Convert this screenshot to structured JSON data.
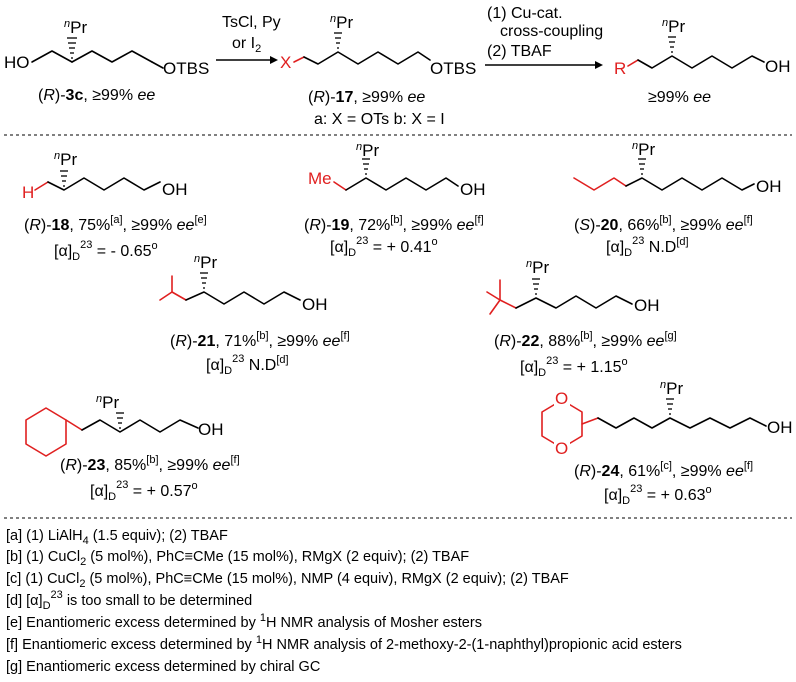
{
  "top": {
    "start": {
      "label_pre": "(",
      "label_R": "R",
      "label_mid": ")-",
      "label_num": "3c",
      "label_post": ", ≥99% ",
      "label_ee": "ee",
      "atom_HO": "HO",
      "atom_OTBS": "OTBS",
      "atom_Pr": "Pr",
      "pr_sup": "n"
    },
    "arrow1": {
      "line1": "TsCl, Py",
      "line2": "or I",
      "line2_sub": "2"
    },
    "mid": {
      "label_pre": "(",
      "label_R": "R",
      "label_mid": ")-",
      "label_num": "17",
      "label_post": ", ≥99% ",
      "label_ee": "ee",
      "atom_X": "X",
      "atom_OTBS": "OTBS",
      "atom_Pr": "Pr",
      "pr_sup": "n",
      "legend": "a: X = OTs  b: X = I"
    },
    "arrow2": {
      "line1": "(1) Cu-cat.",
      "line2": "cross-coupling",
      "line3": "(2) TBAF"
    },
    "product": {
      "atom_R": "R",
      "atom_OH": "OH",
      "atom_Pr": "Pr",
      "pr_sup": "n",
      "label_post": "≥99% ",
      "label_ee": "ee"
    }
  },
  "compounds": [
    {
      "id": "18",
      "config": "R",
      "yield": "75%",
      "yield_note": "[a]",
      "ee": "≥99%",
      "ee_note": "[e]",
      "rotation": "= - 0.65",
      "deg": "o",
      "head": "H"
    },
    {
      "id": "19",
      "config": "R",
      "yield": "72%",
      "yield_note": "[b]",
      "ee": "≥99%",
      "ee_note": "[f]",
      "rotation": "= + 0.41",
      "deg": "o",
      "head": "Me"
    },
    {
      "id": "20",
      "config": "S",
      "yield": "66%",
      "yield_note": "[b]",
      "ee": "≥99%",
      "ee_note": "[f]",
      "rotation": "N.D",
      "rot_note": "[d]"
    },
    {
      "id": "21",
      "config": "R",
      "yield": "71%",
      "yield_note": "[b]",
      "ee": "≥99%",
      "ee_note": "[f]",
      "rotation": "N.D",
      "rot_note": "[d]"
    },
    {
      "id": "22",
      "config": "R",
      "yield": "88%",
      "yield_note": "[b]",
      "ee": "≥99%",
      "ee_note": "[g]",
      "rotation": "= + 1.15",
      "deg": "o"
    },
    {
      "id": "23",
      "config": "R",
      "yield": "85%",
      "yield_note": "[b]",
      "ee": "≥99%",
      "ee_note": "[f]",
      "rotation": "= + 0.57",
      "deg": "o"
    },
    {
      "id": "24",
      "config": "R",
      "yield": "61%",
      "yield_note": "[c]",
      "ee": "≥99%",
      "ee_note": "[f]",
      "rotation": "= + 0.63",
      "deg": "o"
    }
  ],
  "common": {
    "alpha": "[α]",
    "alpha_sub": "D",
    "alpha_sup": "23",
    "ee_word": "ee",
    "oh": "OH",
    "pr": "Pr",
    "pr_sup": "n"
  },
  "footnotes": [
    {
      "text": "[a] (1) LiAlH",
      "sub": "4",
      "rest": " (1.5 equiv); (2) TBAF"
    },
    {
      "text": "[b] (1) CuCl",
      "sub": "2",
      "rest": " (5 mol%), PhC≡CMe (15 mol%), RMgX (2 equiv); (2) TBAF"
    },
    {
      "text": "[c] (1) CuCl",
      "sub": "2",
      "rest": " (5 mol%), PhC≡CMe (15 mol%), NMP (4 equiv), RMgX (2 equiv); (2) TBAF"
    },
    {
      "text": "[d] [α]",
      "sub": "D",
      "sup": "23",
      "rest": " is too small to be determined"
    },
    {
      "text": "[e] Enantiomeric excess determined by ",
      "sup": "1",
      "rest": "H NMR analysis of Mosher esters"
    },
    {
      "text": "[f] Enantiomeric excess determined by ",
      "sup": "1",
      "rest": "H NMR analysis of 2-methoxy-2-(1-naphthyl)propionic acid esters"
    },
    {
      "text": "[g] Enantiomeric excess determined by chiral GC"
    }
  ]
}
